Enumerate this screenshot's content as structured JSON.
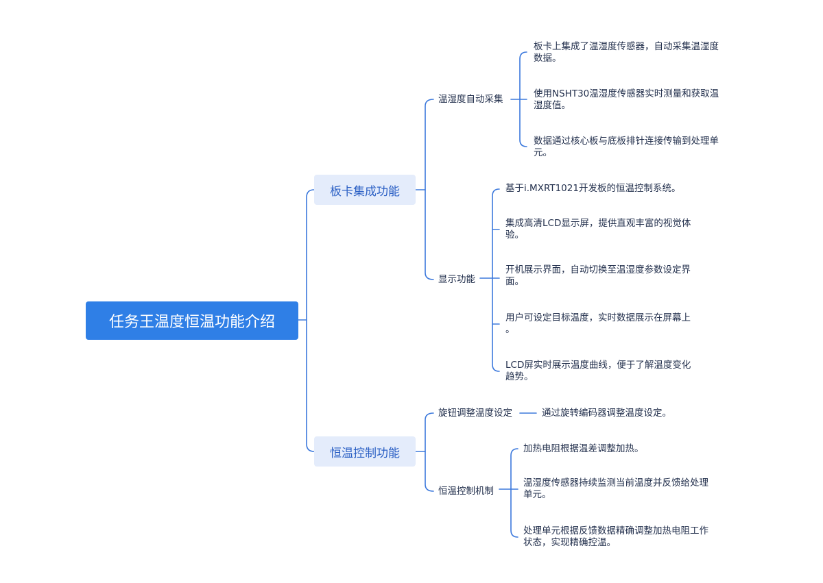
{
  "colors": {
    "root_fill": "#2f7fe6",
    "node_fill": "#e4ecfb",
    "node_text": "#2a5fc4",
    "line": "#3b78dc",
    "text": "#23304d"
  },
  "root": {
    "label": "任务王温度恒温功能介绍"
  },
  "branches": [
    {
      "label": "板卡集成功能",
      "children": [
        {
          "label": "温湿度自动采集",
          "items": [
            {
              "lines": [
                "板卡上集成了温湿度传感器，自动采集温湿度",
                "数据。"
              ]
            },
            {
              "lines": [
                "使用NSHT30温湿度传感器实时测量和获取温",
                "湿度值。"
              ]
            },
            {
              "lines": [
                "数据通过核心板与底板排针连接传输到处理单",
                "元。"
              ]
            }
          ]
        },
        {
          "label": "显示功能",
          "items": [
            {
              "lines": [
                "基于i.MXRT1021开发板的恒温控制系统。"
              ]
            },
            {
              "lines": [
                "集成高清LCD显示屏，提供直观丰富的视觉体",
                "验。"
              ]
            },
            {
              "lines": [
                "开机展示界面，自动切换至温湿度参数设定界",
                "面。"
              ]
            },
            {
              "lines": [
                "用户可设定目标温度，实时数据展示在屏幕上",
                "。"
              ]
            },
            {
              "lines": [
                "LCD屏实时展示温度曲线，便于了解温度变化",
                "趋势。"
              ]
            }
          ]
        }
      ]
    },
    {
      "label": "恒温控制功能",
      "children": [
        {
          "label": "旋钮调整温度设定",
          "items": [
            {
              "lines": [
                "通过旋转编码器调整温度设定。"
              ]
            }
          ]
        },
        {
          "label": "恒温控制机制",
          "items": [
            {
              "lines": [
                "加热电阻根据温差调整加热。"
              ]
            },
            {
              "lines": [
                "温湿度传感器持续监测当前温度并反馈给处理",
                "单元。"
              ]
            },
            {
              "lines": [
                "处理单元根据反馈数据精确调整加热电阻工作",
                "状态，实现精确控温。"
              ]
            }
          ]
        }
      ]
    }
  ]
}
